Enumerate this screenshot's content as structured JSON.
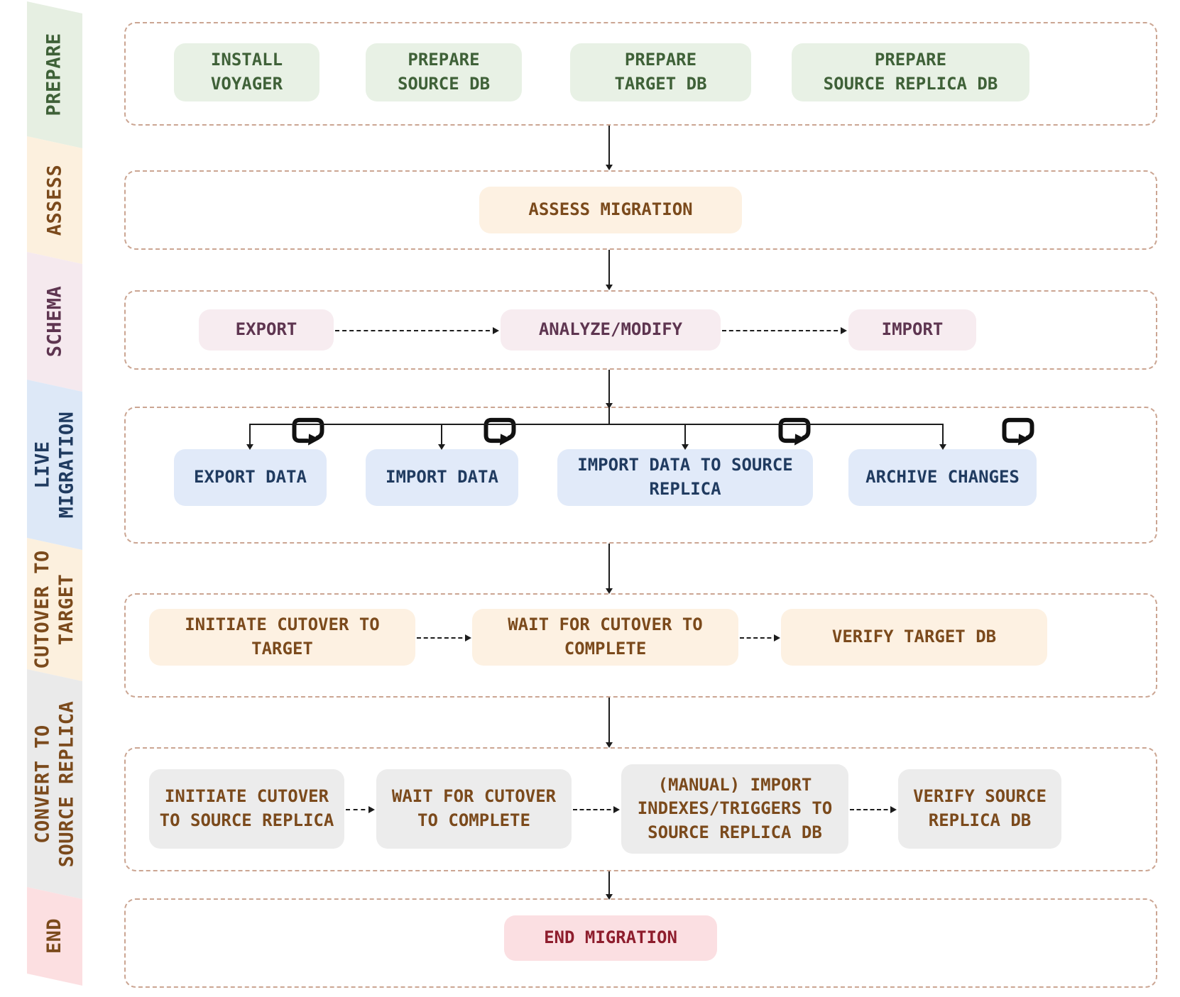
{
  "palette": {
    "canvas-bg": "#ffffff",
    "row-border": "#cba592",
    "arrow": "#1c1c1c",
    "green-bg": "#e8f1e5",
    "green-ink": "#3f6138",
    "cream-bg": "#fdf1e2",
    "cream-ink": "#7b4a1c",
    "pink-bg": "#f7ecf0",
    "pink-ink": "#5e3550",
    "blue-bg": "#e1eaf9",
    "blue-ink": "#203b60",
    "gray-bg": "#ececec",
    "gray-ink": "#7b4a1c",
    "red-bg": "#fbdfe2",
    "red-ink": "#8e1d2d",
    "side-prepare-bg": "#e6efe2",
    "side-assess-bg": "#fcf0de",
    "side-schema-bg": "#f5e9ee",
    "side-live-bg": "#dde8f7",
    "side-cutover-bg": "#fcf0de",
    "side-convert-bg": "#eaeaea",
    "side-end-bg": "#fcdfe1"
  },
  "sidebar": {
    "phases": [
      {
        "id": "prepare",
        "label": "PREPARE"
      },
      {
        "id": "assess",
        "label": "ASSESS"
      },
      {
        "id": "schema",
        "label": "SCHEMA"
      },
      {
        "id": "live",
        "label": "LIVE\nMIGRATION"
      },
      {
        "id": "cutover",
        "label": "CUTOVER TO\nTARGET"
      },
      {
        "id": "convert",
        "label": "CONVERT TO\nSOURCE REPLICA"
      },
      {
        "id": "end",
        "label": "END"
      }
    ]
  },
  "rows": [
    {
      "phase": "PREPARE",
      "nodes": [
        {
          "label": "INSTALL\nVOYAGER"
        },
        {
          "label": "PREPARE\nSOURCE DB"
        },
        {
          "label": "PREPARE\nTARGET DB"
        },
        {
          "label": "PREPARE\nSOURCE REPLICA DB"
        }
      ]
    },
    {
      "phase": "ASSESS",
      "nodes": [
        {
          "label": "ASSESS MIGRATION"
        }
      ]
    },
    {
      "phase": "SCHEMA",
      "nodes": [
        {
          "label": "EXPORT"
        },
        {
          "label": "ANALYZE/MODIFY"
        },
        {
          "label": "IMPORT"
        }
      ]
    },
    {
      "phase": "LIVE MIGRATION",
      "nodes": [
        {
          "label": "EXPORT DATA",
          "icon": "repeat"
        },
        {
          "label": "IMPORT DATA",
          "icon": "repeat"
        },
        {
          "label": "IMPORT DATA TO SOURCE\nREPLICA",
          "icon": "repeat"
        },
        {
          "label": "ARCHIVE CHANGES",
          "icon": "repeat"
        }
      ]
    },
    {
      "phase": "CUTOVER TO TARGET",
      "nodes": [
        {
          "label": "INITIATE CUTOVER TO\nTARGET"
        },
        {
          "label": "WAIT FOR CUTOVER TO\nCOMPLETE"
        },
        {
          "label": "VERIFY TARGET DB"
        }
      ]
    },
    {
      "phase": "CONVERT TO SOURCE REPLICA",
      "nodes": [
        {
          "label": "INITIATE CUTOVER\nTO SOURCE REPLICA"
        },
        {
          "label": "WAIT FOR CUTOVER\nTO COMPLETE"
        },
        {
          "label": "(MANUAL) IMPORT\nINDEXES/TRIGGERS TO\nSOURCE REPLICA DB"
        },
        {
          "label": "VERIFY SOURCE\nREPLICA DB"
        }
      ]
    },
    {
      "phase": "END",
      "nodes": [
        {
          "label": "END MIGRATION"
        }
      ]
    }
  ]
}
